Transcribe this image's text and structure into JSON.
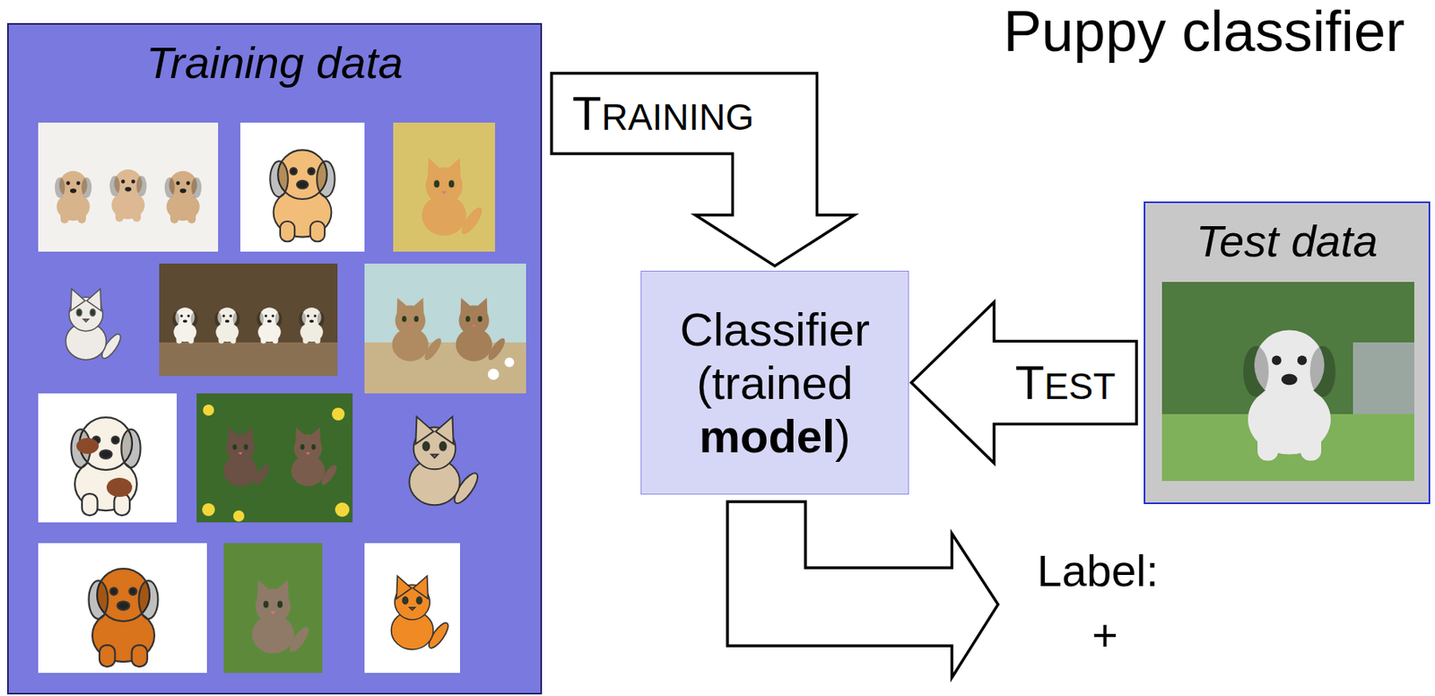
{
  "diagram": {
    "title": "Puppy classifier",
    "nodes": [
      {
        "text": [
          "Training data"
        ]
      },
      {
        "text": [
          "Classifier (trained model)"
        ]
      },
      {
        "text": [
          "Test data"
        ]
      }
    ],
    "edges": [
      {
        "from": 0,
        "to": 1,
        "arrow": "to",
        "label": "TRAINING"
      },
      {
        "from": 2,
        "to": 1,
        "arrow": "to",
        "label": "TEST"
      }
    ],
    "labels": [
      "Label:",
      "+"
    ]
  }
}
